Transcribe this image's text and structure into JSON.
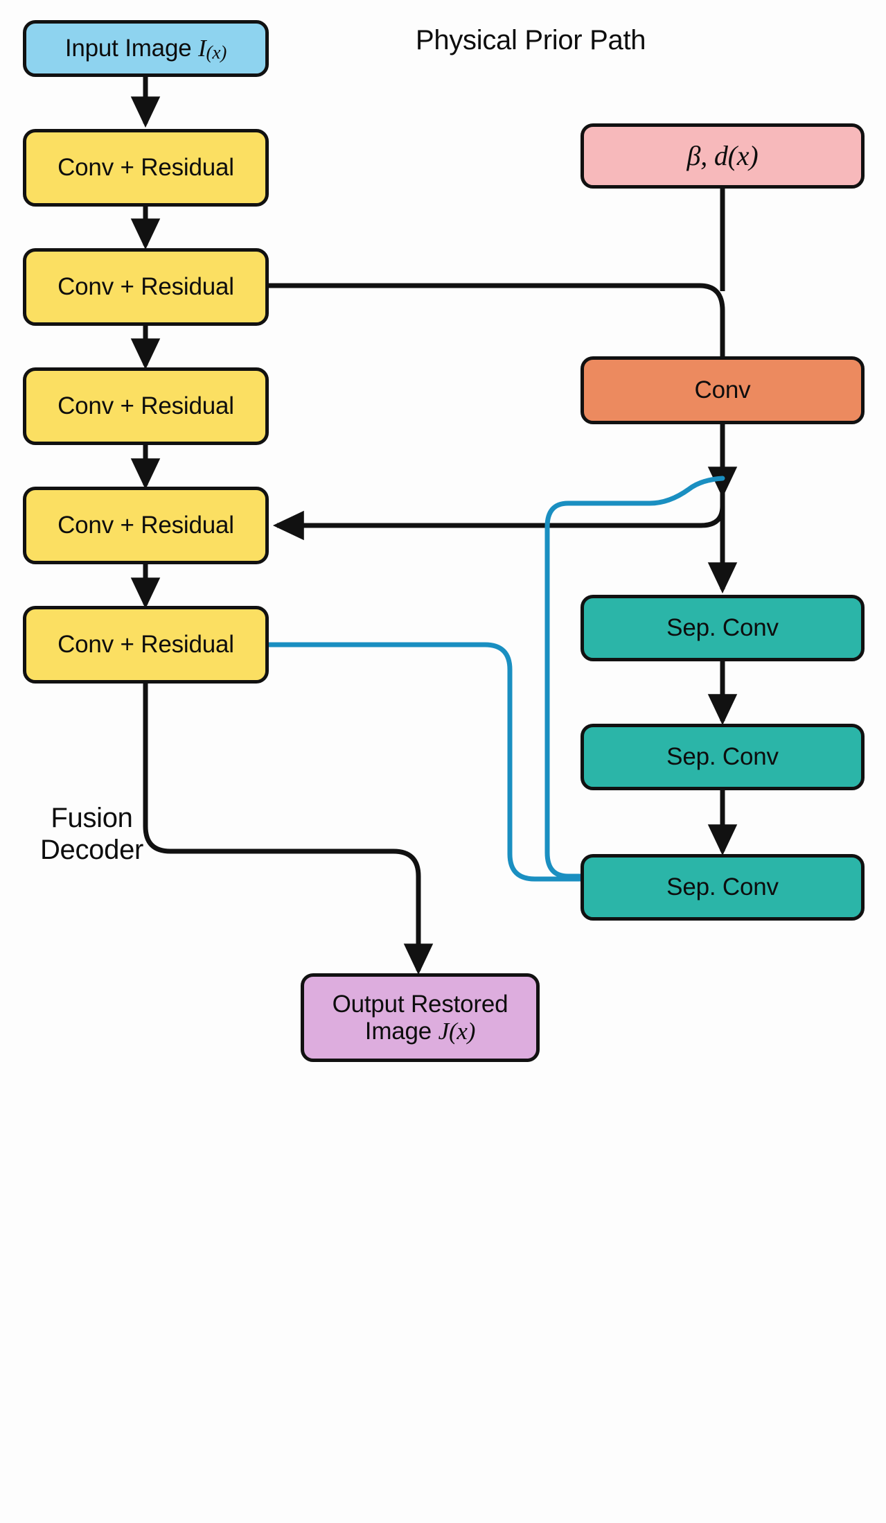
{
  "diagram": {
    "title_captions": [
      {
        "id": "physical-prior-path",
        "text": "Physical Prior Path"
      },
      {
        "id": "fusion-decoder",
        "text": "Fusion Decoder"
      }
    ],
    "nodes": [
      {
        "id": "input-image",
        "label": "Input Image I(x)",
        "label_plain": "Input Image",
        "math": "I",
        "math_sub": "(x)",
        "color": "#8ed3ef",
        "column": "left"
      },
      {
        "id": "conv-residual-1",
        "label": "Conv + Residual",
        "color": "#fbdf62",
        "column": "left"
      },
      {
        "id": "conv-residual-2",
        "label": "Conv + Residual",
        "color": "#fbdf62",
        "column": "left"
      },
      {
        "id": "conv-residual-3",
        "label": "Conv + Residual",
        "color": "#fbdf62",
        "column": "left"
      },
      {
        "id": "conv-residual-4",
        "label": "Conv + Residual",
        "color": "#fbdf62",
        "column": "left"
      },
      {
        "id": "conv-residual-5",
        "label": "Conv + Residual",
        "color": "#fbdf62",
        "column": "left"
      },
      {
        "id": "physical-prior",
        "label": "β, d(x)",
        "color": "#f7b9bb",
        "column": "right"
      },
      {
        "id": "conv",
        "label": "Conv",
        "color": "#ec8a5f",
        "column": "right"
      },
      {
        "id": "sep-conv-1",
        "label": "Sep. Conv",
        "color": "#2bb5a8",
        "column": "right"
      },
      {
        "id": "sep-conv-2",
        "label": "Sep. Conv",
        "color": "#2bb5a8",
        "column": "right"
      },
      {
        "id": "sep-conv-3",
        "label": "Sep. Conv",
        "color": "#2bb5a8",
        "column": "right"
      },
      {
        "id": "output-image",
        "label": "Output Restored Image J(x)",
        "color": "#ddadde",
        "column": "bottom"
      }
    ],
    "node_text": {
      "input_image_plain": "Input Image ",
      "input_image_math": "I",
      "input_image_sub": "(x)",
      "conv_residual": "Conv + Residual",
      "physical_prior_beta": "β",
      "physical_prior_comma": ", ",
      "physical_prior_d": "d",
      "physical_prior_dx": "(x)",
      "conv": "Conv",
      "sep_conv": "Sep. Conv",
      "output_line1": "Output Restored",
      "output_line2_plain": "Image ",
      "output_line2_math": "J",
      "output_line2_sub": "(x)"
    },
    "edges": [
      {
        "id": "e-input-to-res1",
        "from": "input-image",
        "to": "conv-residual-1",
        "style": "arrow",
        "color": "#111111"
      },
      {
        "id": "e-res1-to-res2",
        "from": "conv-residual-1",
        "to": "conv-residual-2",
        "style": "arrow",
        "color": "#111111"
      },
      {
        "id": "e-res2-to-res3",
        "from": "conv-residual-2",
        "to": "conv-residual-3",
        "style": "arrow",
        "color": "#111111"
      },
      {
        "id": "e-res3-to-res4",
        "from": "conv-residual-3",
        "to": "conv-residual-4",
        "style": "arrow",
        "color": "#111111"
      },
      {
        "id": "e-res4-to-res5",
        "from": "conv-residual-4",
        "to": "conv-residual-5",
        "style": "arrow",
        "color": "#111111"
      },
      {
        "id": "e-res2-to-conv",
        "from": "conv-residual-2",
        "to": "conv",
        "style": "arrow",
        "color": "#111111"
      },
      {
        "id": "e-prior-to-conv",
        "from": "physical-prior",
        "to": "conv",
        "style": "arrow",
        "color": "#111111"
      },
      {
        "id": "e-conv-to-sep1",
        "from": "conv",
        "to": "sep-conv-1",
        "style": "arrow",
        "color": "#111111"
      },
      {
        "id": "e-conv-to-res4",
        "from": "conv",
        "to": "conv-residual-4",
        "style": "arrow",
        "color": "#111111"
      },
      {
        "id": "e-sep1-to-sep2",
        "from": "sep-conv-1",
        "to": "sep-conv-2",
        "style": "arrow",
        "color": "#111111"
      },
      {
        "id": "e-sep2-to-sep3",
        "from": "sep-conv-2",
        "to": "sep-conv-3",
        "style": "arrow",
        "color": "#111111"
      },
      {
        "id": "e-res5-to-sep3",
        "from": "conv-residual-5",
        "to": "sep-conv-3",
        "style": "line",
        "color": "#111111"
      },
      {
        "id": "e-skip-sep1",
        "from": "conv",
        "to": "sep-conv-1",
        "style": "skip",
        "color": "#1a8fc1"
      },
      {
        "id": "e-skip-res5",
        "from": "conv-residual-5",
        "to": "sep-conv-3",
        "style": "skip",
        "color": "#1a8fc1"
      },
      {
        "id": "e-sep3-to-output",
        "from": "sep-conv-3",
        "to": "output-image",
        "style": "arrow",
        "color": "#111111"
      }
    ],
    "colors": {
      "input": "#8ed3ef",
      "residual": "#fbdf62",
      "prior": "#f7b9bb",
      "conv": "#ec8a5f",
      "sep_conv": "#2bb5a8",
      "output": "#ddadde",
      "stroke": "#111111",
      "skip_connection": "#1a8fc1",
      "background": "#fdfdfd"
    }
  }
}
